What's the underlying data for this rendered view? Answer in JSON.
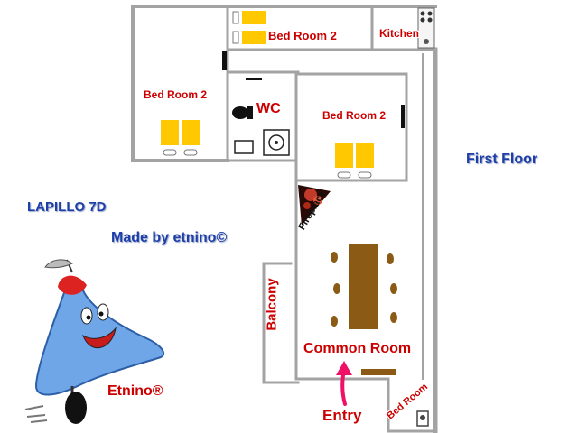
{
  "floorplan": {
    "floor_label": "First Floor",
    "rooms": {
      "bedroom_top": "Bed Room 2",
      "kitchen": "Kitchen",
      "bedroom_left": "Bed Room 2",
      "wc": "WC",
      "bedroom_middle": "Bed Room 2",
      "fireplace": "Fireplace",
      "balcony": "Balcony",
      "common_room": "Common Room",
      "entry": "Entry",
      "bedroom_small": "Bed Room"
    }
  },
  "credits": {
    "project": "LAPILLO 7D",
    "made_by": "Made by etnino©",
    "mascot_name": "Etnino®"
  },
  "colors": {
    "label_red": "#cc0000",
    "label_blue": "#1f3fa8",
    "bed_yellow": "#ffc800",
    "wall_grey": "#9a9a9a",
    "table_brown": "#8b5a14",
    "mascot_blue": "#6ea6e8",
    "arrow_pink": "#ee1166"
  }
}
